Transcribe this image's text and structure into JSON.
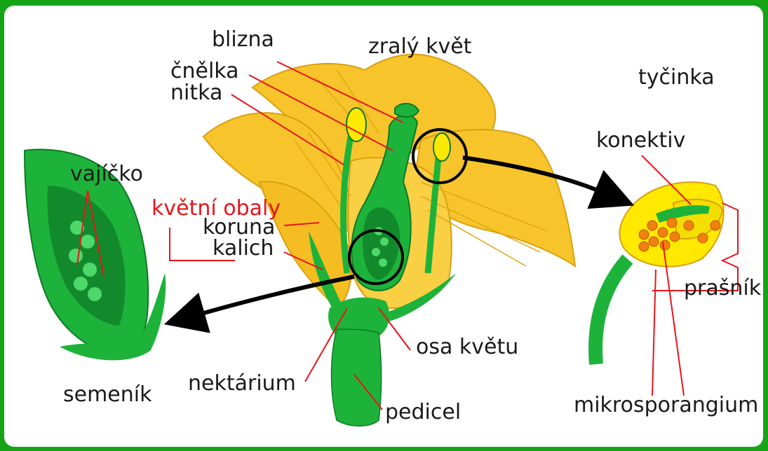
{
  "labels": {
    "blizna": "blizna",
    "cnelka": "čnělka",
    "nitka": "nitka",
    "zraly_kvet": "zralý květ",
    "tycinka": "tyčinka",
    "konektiv": "konektiv",
    "vajicko": "vajíčko",
    "kvetni_obaly": "květní obaly",
    "koruna": "koruna",
    "kalich": "kalich",
    "osa_kvetu": "osa květu",
    "nektarium": "nektárium",
    "pedicel": "pedicel",
    "semenik": "semeník",
    "prasnik": "prašník",
    "mikrosporangium": "mikrosporangium"
  },
  "colors": {
    "frame": "#16a316",
    "petal": "#f7c52b",
    "petal_dark": "#d9a010",
    "green": "#1db33a",
    "green_dark": "#0d7a25",
    "leader": "#e8141b",
    "arrow": "#000000"
  }
}
